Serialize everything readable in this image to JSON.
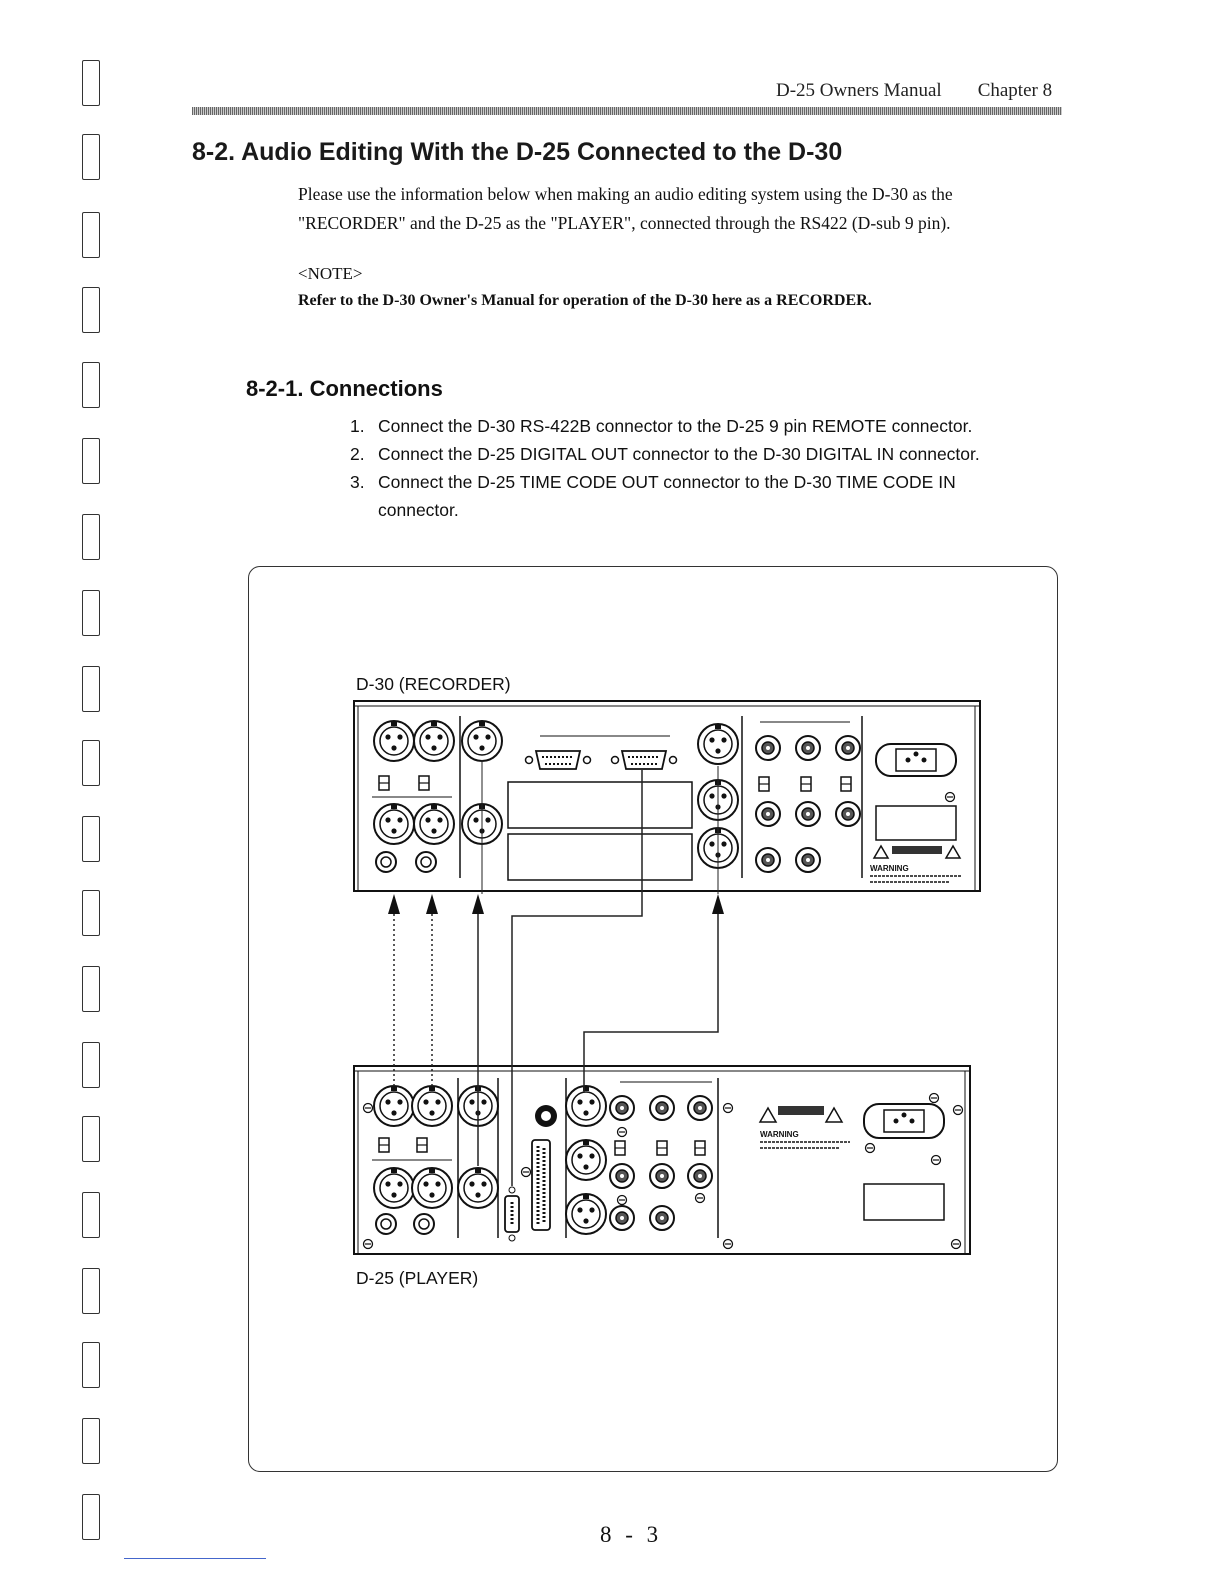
{
  "header": {
    "manual": "D-25 Owners Manual",
    "chapter": "Chapter 8"
  },
  "section": {
    "title": "8-2. Audio Editing With the D-25 Connected to the D-30",
    "intro": "Please use the information below when making an audio editing system using the D‑30 as the \"RECORDER\" and the D-25 as the \"PLAYER\", connected through the RS422 (D-sub 9 pin).",
    "note_tag": "<NOTE>",
    "note_text": "Refer to the D-30 Owner's Manual for operation of the D-30 here as a RECORDER."
  },
  "subsection": {
    "title": "8-2-1. Connections",
    "steps": [
      {
        "num": "1.",
        "text": "Connect the D-30 RS-422B connector to the D-25 9 pin REMOTE connector."
      },
      {
        "num": "2.",
        "text": "Connect the D-25 DIGITAL OUT connector to the D-30 DIGITAL IN connector."
      },
      {
        "num": "3.",
        "text": "Connect the D-25 TIME CODE OUT connector to the D-30 TIME CODE IN connector."
      }
    ]
  },
  "figure": {
    "recorder_label": "D-30 (RECORDER)",
    "player_label": "D-25 (PLAYER)",
    "recorder_warning": "WARNING",
    "player_warning": "WARNING"
  },
  "footer": {
    "page": "8 - 3"
  }
}
